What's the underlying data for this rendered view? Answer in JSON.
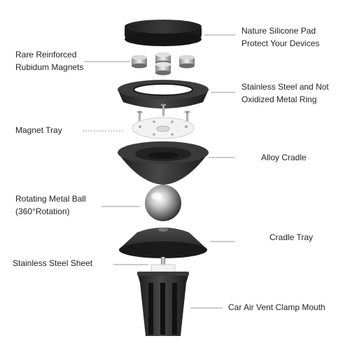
{
  "labels": {
    "pad": {
      "line1": "Nature Silicone Pad",
      "line2": "Protect Your Devices"
    },
    "magnets": {
      "line1": "Rare Reinforced",
      "line2": "Rubidum Magnets"
    },
    "ring": {
      "line1": "Stainless Steel and Not",
      "line2": "Oxidized Metal Ring"
    },
    "tray": {
      "line1": "Magnet Tray"
    },
    "cradle": {
      "line1": "Alloy Cradle"
    },
    "ball": {
      "line1": "Rotating Metal Ball",
      "line2": "(360°Rotation)"
    },
    "cradle_tray": {
      "line1": "Cradle Tray"
    },
    "sheet": {
      "line1": "Stainless Steel Sheet"
    },
    "clamp": {
      "line1": "Car Air Vent Clamp Mouth"
    }
  },
  "colors": {
    "rubber": "#2a2a2a",
    "rubber_highlight": "#4a4a4a",
    "metal": "#b8b8b8",
    "tray_white": "#f0f0f0",
    "leader": "#9a9a9a"
  }
}
